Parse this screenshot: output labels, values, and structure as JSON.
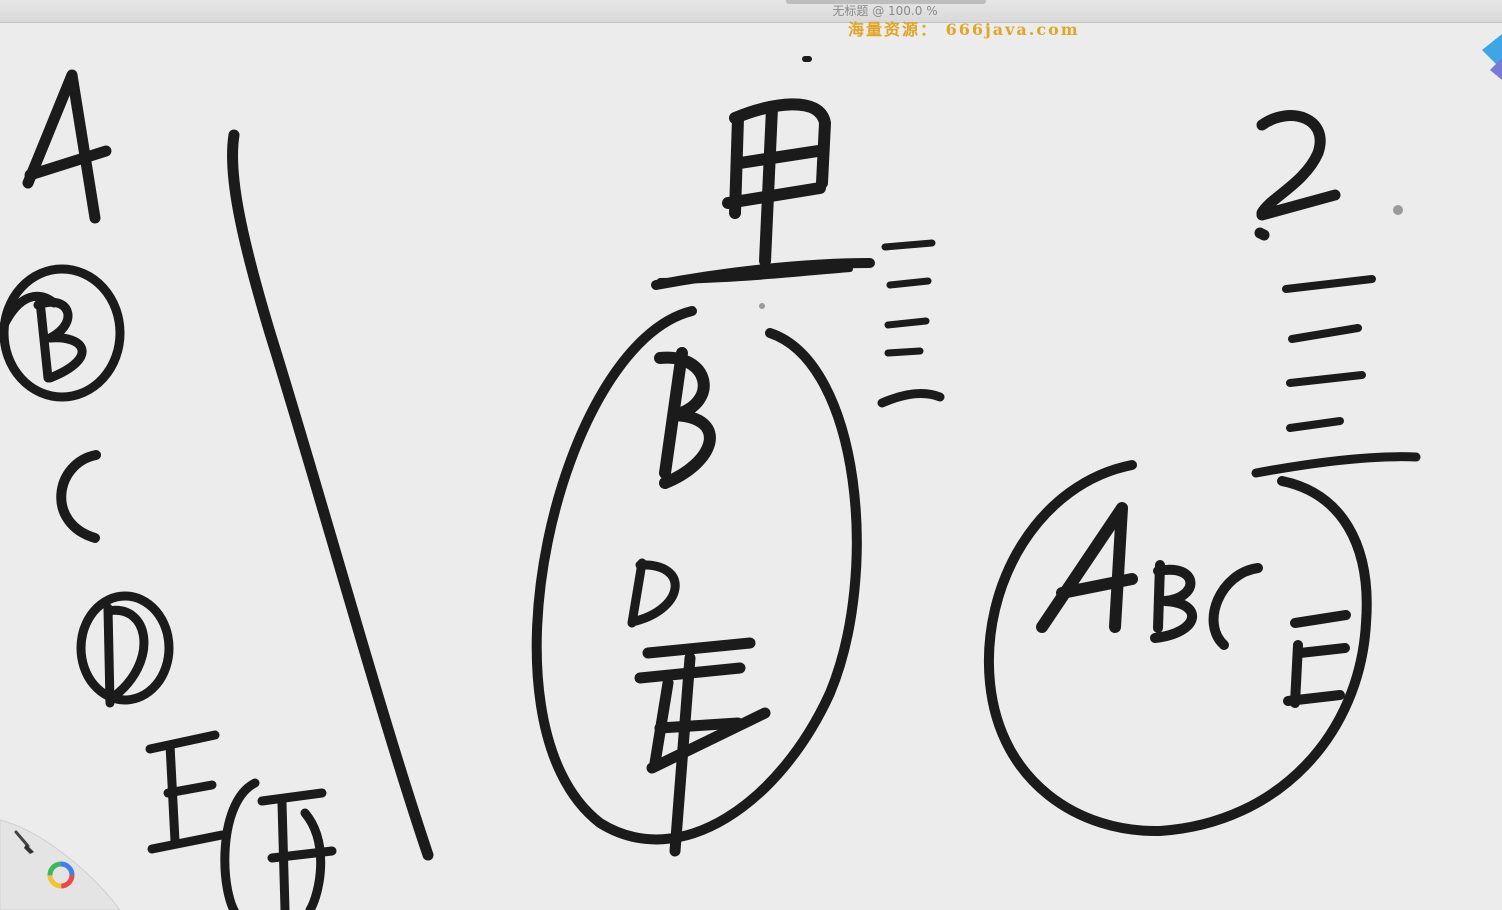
{
  "window": {
    "title": "无标题 @ 100.0 %"
  },
  "watermark": {
    "text": "海量资源： 666java.com"
  },
  "canvas": {
    "handwriting": [
      "A",
      "B",
      "C",
      "D",
      "E",
      "F",
      "甲",
      "三",
      "B",
      "D",
      "F",
      "?",
      "三",
      "A",
      "B",
      "C",
      "E"
    ]
  },
  "colors": {
    "ink": "#1b1b1b",
    "paper": "#ececec",
    "watermark": "#e0a52a",
    "accent": "#3fa6e6"
  },
  "tools": {
    "brush_icon": "brush-icon",
    "color_wheel_icon": "color-wheel-icon"
  }
}
